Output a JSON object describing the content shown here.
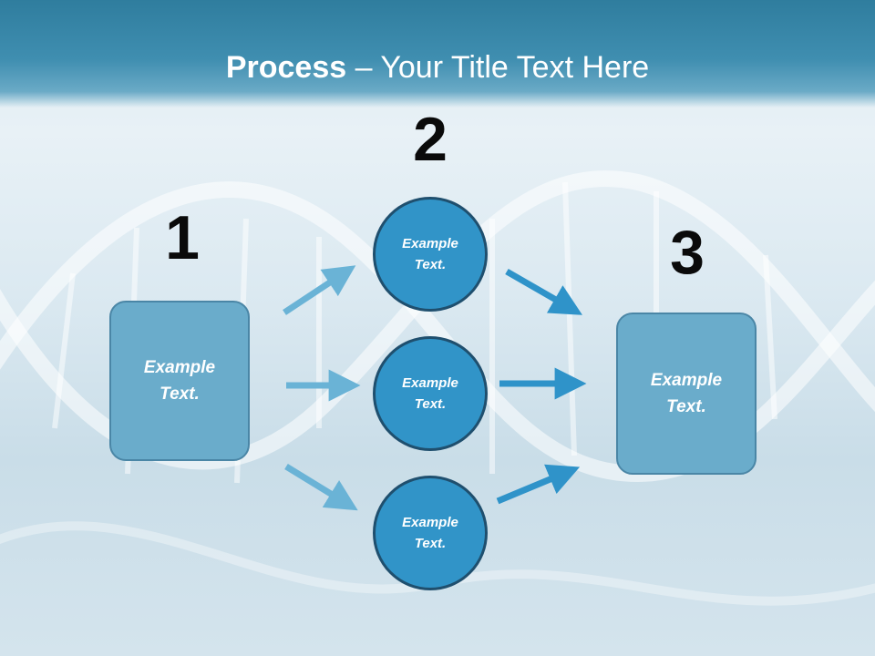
{
  "slide": {
    "title_bold": "Process",
    "title_rest": " – Your Title Text Here",
    "step_numbers": [
      "1",
      "2",
      "3"
    ],
    "left_box": "Example\nText.",
    "right_box": "Example\nText.",
    "circles": [
      "Example\nText.",
      "Example\nText.",
      "Example\nText."
    ]
  },
  "colors": {
    "header": "#3f8eb0",
    "box_fill": "#6aaccb",
    "circle_fill": "#3194c8",
    "circle_border": "#1f4f6e",
    "arrow_light": "#6ab3d6",
    "arrow_dark": "#2f93c9"
  }
}
